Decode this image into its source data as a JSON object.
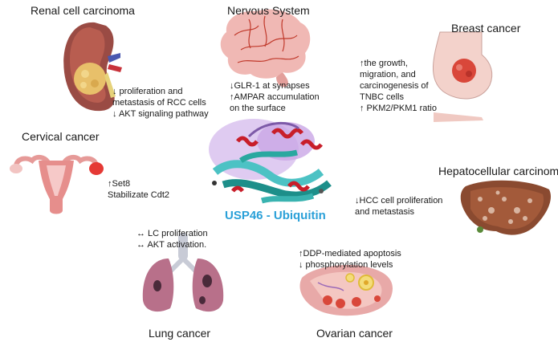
{
  "center": {
    "label": "USP46 - Ubiquitin",
    "label_color": "#2aa0d8"
  },
  "colors": {
    "protein_green": "#1d8f8a",
    "protein_teal": "#4cc2c4",
    "helix_red": "#c81e2a",
    "ubiquitin_purple": "#c9a6e6",
    "organ_pink": "#e8a9a8",
    "tumor_red": "#d9473a",
    "liver_brown": "#8a4a30",
    "lung_mauve": "#b8708a"
  },
  "sections": {
    "renal": {
      "title": "Renal cell carcinoma",
      "icon": "kidney-icon",
      "lines": [
        "↓ proliferation and",
        "metastasis of RCC cells",
        "↓ AKT signaling pathway"
      ]
    },
    "nervous": {
      "title": "Nervous System",
      "icon": "brain-icon",
      "lines": [
        "↓GLR-1 at synapses",
        "↑AMPAR accumulation",
        "on the surface"
      ]
    },
    "breast": {
      "title": "Breast cancer",
      "icon": "breast-icon",
      "lines": [
        "↑the growth,",
        "migration, and",
        "carcinogenesis of",
        "TNBC cells",
        "↑ PKM2/PKM1 ratio"
      ]
    },
    "cervical": {
      "title": "Cervical cancer",
      "icon": "uterus-icon",
      "lines": [
        "↑Set8",
        "Stabilizate Cdt2"
      ]
    },
    "hepato": {
      "title": "Hepatocellular  carcinoma",
      "icon": "liver-icon",
      "lines": [
        "↓HCC cell proliferation",
        "and metastasis"
      ]
    },
    "lung": {
      "title": "Lung cancer",
      "icon": "lungs-icon",
      "lines": [
        "↔ LC proliferation",
        "↔ AKT activation."
      ]
    },
    "ovarian": {
      "title": "Ovarian cancer",
      "icon": "ovary-icon",
      "lines": [
        "↑DDP-mediated apoptosis",
        "↓ phosphorylation levels"
      ]
    }
  }
}
